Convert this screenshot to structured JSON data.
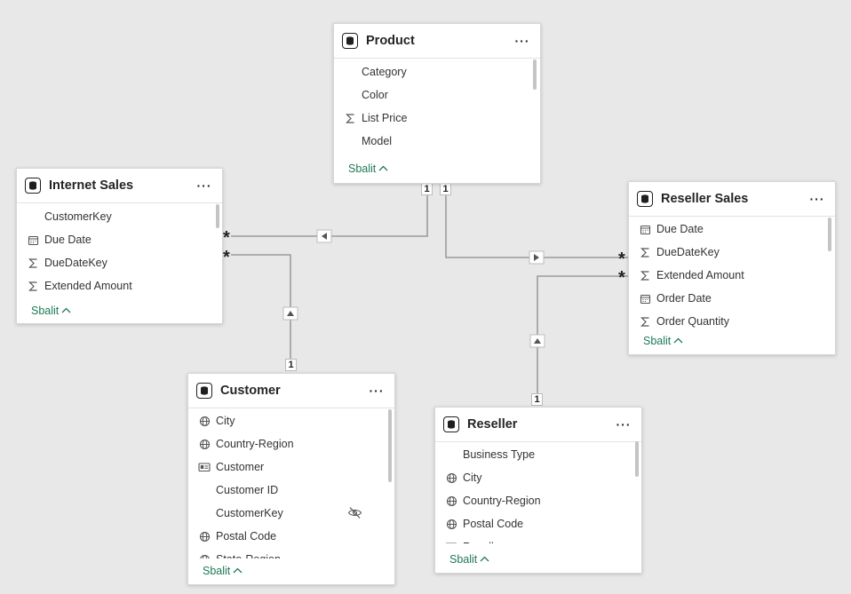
{
  "collapse_label": "Sbalit",
  "tables": {
    "product": {
      "title": "Product",
      "fields": [
        {
          "name": "Category",
          "icon": "none"
        },
        {
          "name": "Color",
          "icon": "none"
        },
        {
          "name": "List Price",
          "icon": "sigma-icon"
        },
        {
          "name": "Model",
          "icon": "none"
        }
      ]
    },
    "internet_sales": {
      "title": "Internet Sales",
      "fields": [
        {
          "name": "CustomerKey",
          "icon": "none"
        },
        {
          "name": "Due Date",
          "icon": "calendar-icon"
        },
        {
          "name": "DueDateKey",
          "icon": "sigma-icon"
        },
        {
          "name": "Extended Amount",
          "icon": "sigma-icon"
        }
      ]
    },
    "reseller_sales": {
      "title": "Reseller Sales",
      "fields": [
        {
          "name": "Due Date",
          "icon": "calendar-icon"
        },
        {
          "name": "DueDateKey",
          "icon": "sigma-icon"
        },
        {
          "name": "Extended Amount",
          "icon": "sigma-icon"
        },
        {
          "name": "Order Date",
          "icon": "calendar-icon"
        },
        {
          "name": "Order Quantity",
          "icon": "sigma-icon"
        }
      ]
    },
    "customer": {
      "title": "Customer",
      "fields": [
        {
          "name": "City",
          "icon": "globe-icon"
        },
        {
          "name": "Country-Region",
          "icon": "globe-icon"
        },
        {
          "name": "Customer",
          "icon": "id-card-icon"
        },
        {
          "name": "Customer ID",
          "icon": "none"
        },
        {
          "name": "CustomerKey",
          "icon": "none",
          "hidden": true
        },
        {
          "name": "Postal Code",
          "icon": "globe-icon"
        },
        {
          "name": "State-Region",
          "icon": "globe-icon"
        }
      ]
    },
    "reseller": {
      "title": "Reseller",
      "fields": [
        {
          "name": "Business Type",
          "icon": "none"
        },
        {
          "name": "City",
          "icon": "globe-icon"
        },
        {
          "name": "Country-Region",
          "icon": "globe-icon"
        },
        {
          "name": "Postal Code",
          "icon": "globe-icon"
        },
        {
          "name": "Reseller",
          "icon": "id-card-icon"
        }
      ]
    }
  },
  "cardinality": {
    "one": "1",
    "many": "*"
  },
  "colors": {
    "line": "#8a8a8a",
    "accent": "#1d7a55"
  }
}
